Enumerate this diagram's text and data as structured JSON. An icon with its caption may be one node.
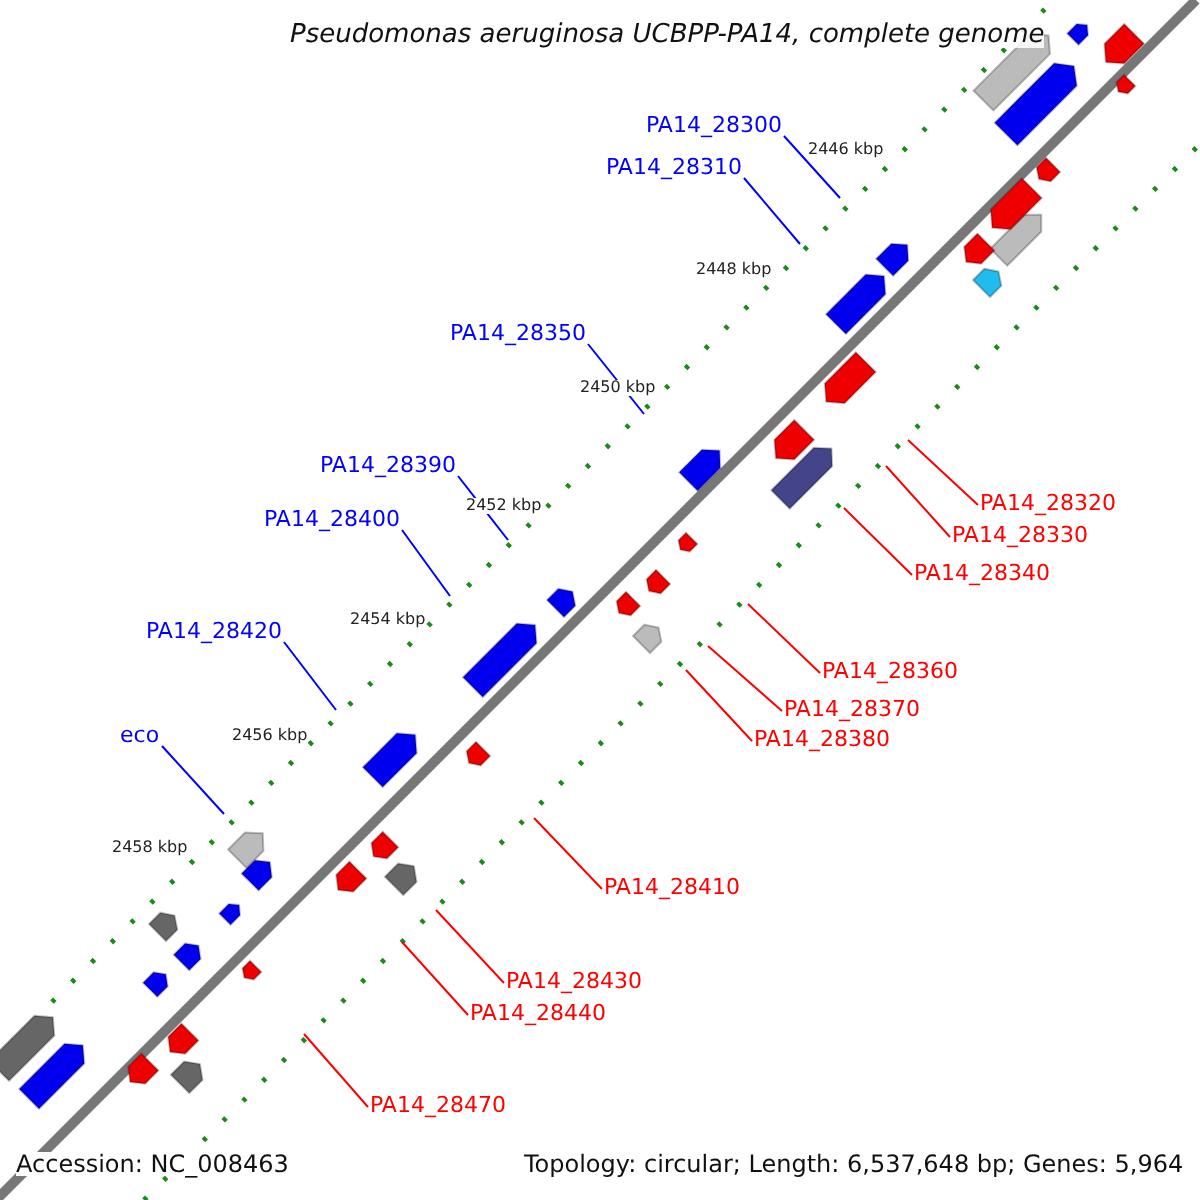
{
  "diagram": {
    "title": "Pseudomonas aeruginosa UCBPP-PA14, complete genome",
    "nodes": [
      {
        "text": [
          "PA14_28300"
        ]
      },
      {
        "text": [
          "PA14_28310"
        ]
      },
      {
        "text": [
          "PA14_28350"
        ]
      },
      {
        "text": [
          "PA14_28390"
        ]
      },
      {
        "text": [
          "PA14_28400"
        ]
      },
      {
        "text": [
          "PA14_28420"
        ]
      },
      {
        "text": [
          "eco"
        ]
      },
      {
        "text": [
          "PA14_28320"
        ]
      },
      {
        "text": [
          "PA14_28330"
        ]
      },
      {
        "text": [
          "PA14_28340"
        ]
      },
      {
        "text": [
          "PA14_28360"
        ]
      },
      {
        "text": [
          "PA14_28370"
        ]
      },
      {
        "text": [
          "PA14_28380"
        ]
      },
      {
        "text": [
          "PA14_28410"
        ]
      },
      {
        "text": [
          "PA14_28430"
        ]
      },
      {
        "text": [
          "PA14_28440"
        ]
      },
      {
        "text": [
          "PA14_28470"
        ]
      }
    ],
    "edges": [
      {
        "from": 0,
        "to": null,
        "arrow": "none",
        "color": "#0000ff"
      },
      {
        "from": 1,
        "to": null,
        "arrow": "none",
        "color": "#0000ff"
      },
      {
        "from": 2,
        "to": null,
        "arrow": "none",
        "color": "#0000ff"
      },
      {
        "from": 3,
        "to": null,
        "arrow": "none",
        "color": "#0000ff"
      },
      {
        "from": 4,
        "to": null,
        "arrow": "none",
        "color": "#0000ff"
      },
      {
        "from": 5,
        "to": null,
        "arrow": "none",
        "color": "#0000ff"
      },
      {
        "from": 6,
        "to": null,
        "arrow": "none",
        "color": "#0000ff"
      },
      {
        "from": 7,
        "to": null,
        "arrow": "none"
      },
      {
        "from": 8,
        "to": null,
        "arrow": "none"
      },
      {
        "from": 9,
        "to": null,
        "arrow": "none"
      },
      {
        "from": 10,
        "to": null,
        "arrow": "none"
      },
      {
        "from": 11,
        "to": null,
        "arrow": "none"
      },
      {
        "from": 12,
        "to": null,
        "arrow": "none"
      },
      {
        "from": 13,
        "to": null,
        "arrow": "none"
      },
      {
        "from": 14,
        "to": null,
        "arrow": "none"
      },
      {
        "from": 15,
        "to": null,
        "arrow": "none"
      },
      {
        "from": 16,
        "to": null,
        "arrow": "none"
      }
    ],
    "labels": [
      "2446 kbp",
      "2448 kbp",
      "2450 kbp",
      "2452 kbp",
      "2454 kbp",
      "2456 kbp",
      "2458 kbp",
      "Accession: NC_008463",
      "Topology: circular; Length: 6,537,648 bp; Genes: 5,964"
    ]
  }
}
